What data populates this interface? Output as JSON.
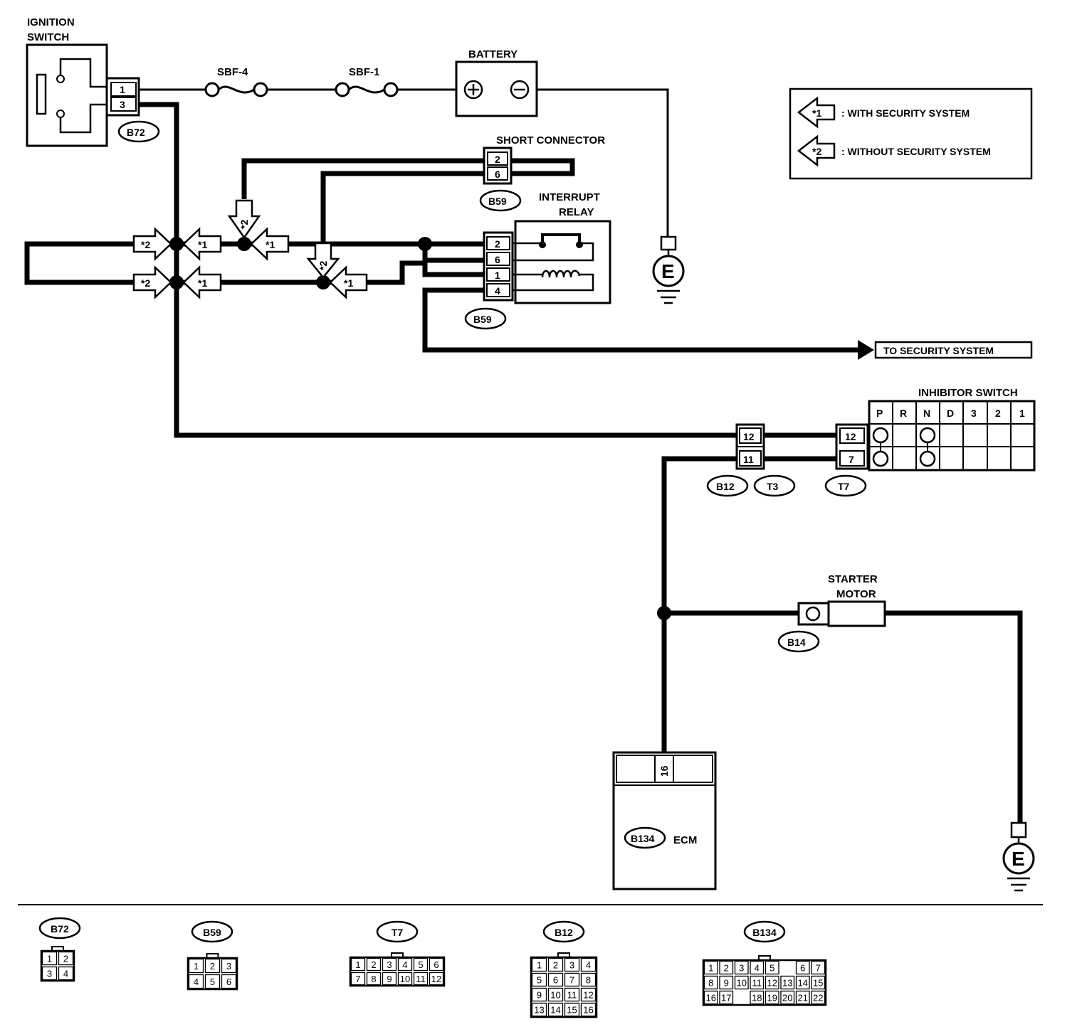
{
  "components": {
    "ignition_switch": {
      "label_line1": "IGNITION",
      "label_line2": "SWITCH",
      "pins": [
        "1",
        "3"
      ],
      "connector": "B72"
    },
    "fuses": {
      "sbf4": "SBF-4",
      "sbf1": "SBF-1"
    },
    "battery": {
      "label": "BATTERY"
    },
    "short_connector": {
      "label": "SHORT CONNECTOR",
      "pins": [
        "2",
        "6"
      ],
      "connector": "B59"
    },
    "interrupt_relay": {
      "label_line1": "INTERRUPT",
      "label_line2": "RELAY",
      "pins": [
        "2",
        "6",
        "1",
        "4"
      ],
      "connector": "B59"
    },
    "ground_symbol": "E",
    "to_security": "TO SECURITY SYSTEM",
    "inhibitor_switch": {
      "label": "INHIBITOR SWITCH",
      "positions": [
        "P",
        "R",
        "N",
        "D",
        "3",
        "2",
        "1"
      ],
      "pins": [
        "12",
        "7"
      ]
    },
    "intermediate_connector": {
      "pins": [
        "12",
        "11"
      ],
      "connectors": [
        "B12",
        "T3",
        "T7"
      ]
    },
    "starter_motor": {
      "label_line1": "STARTER",
      "label_line2": "MOTOR",
      "connector": "B14"
    },
    "ecm": {
      "label": "ECM",
      "connector": "B134",
      "pin": "16"
    }
  },
  "legend": {
    "items": [
      {
        "mark": "*1",
        "text": ": WITH SECURITY SYSTEM"
      },
      {
        "mark": "*2",
        "text": ": WITHOUT SECURITY SYSTEM"
      }
    ]
  },
  "junction_marks": {
    "m1": "*1",
    "m2": "*2"
  },
  "connector_views": [
    {
      "id": "B72",
      "pins": [
        "1",
        "2",
        "3",
        "4"
      ]
    },
    {
      "id": "B59",
      "pins": [
        "1",
        "2",
        "3",
        "4",
        "5",
        "6"
      ]
    },
    {
      "id": "T7",
      "pins": [
        "1",
        "2",
        "3",
        "4",
        "5",
        "6",
        "7",
        "8",
        "9",
        "10",
        "11",
        "12"
      ]
    },
    {
      "id": "B12",
      "pins": [
        "1",
        "2",
        "3",
        "4",
        "5",
        "6",
        "7",
        "8",
        "9",
        "10",
        "11",
        "12",
        "13",
        "14",
        "15",
        "16"
      ]
    },
    {
      "id": "B134",
      "pins": [
        "1",
        "2",
        "3",
        "4",
        "5",
        "6",
        "7",
        "8",
        "9",
        "10",
        "11",
        "12",
        "13",
        "14",
        "15",
        "16",
        "17",
        "18",
        "19",
        "20",
        "21",
        "22"
      ]
    }
  ]
}
